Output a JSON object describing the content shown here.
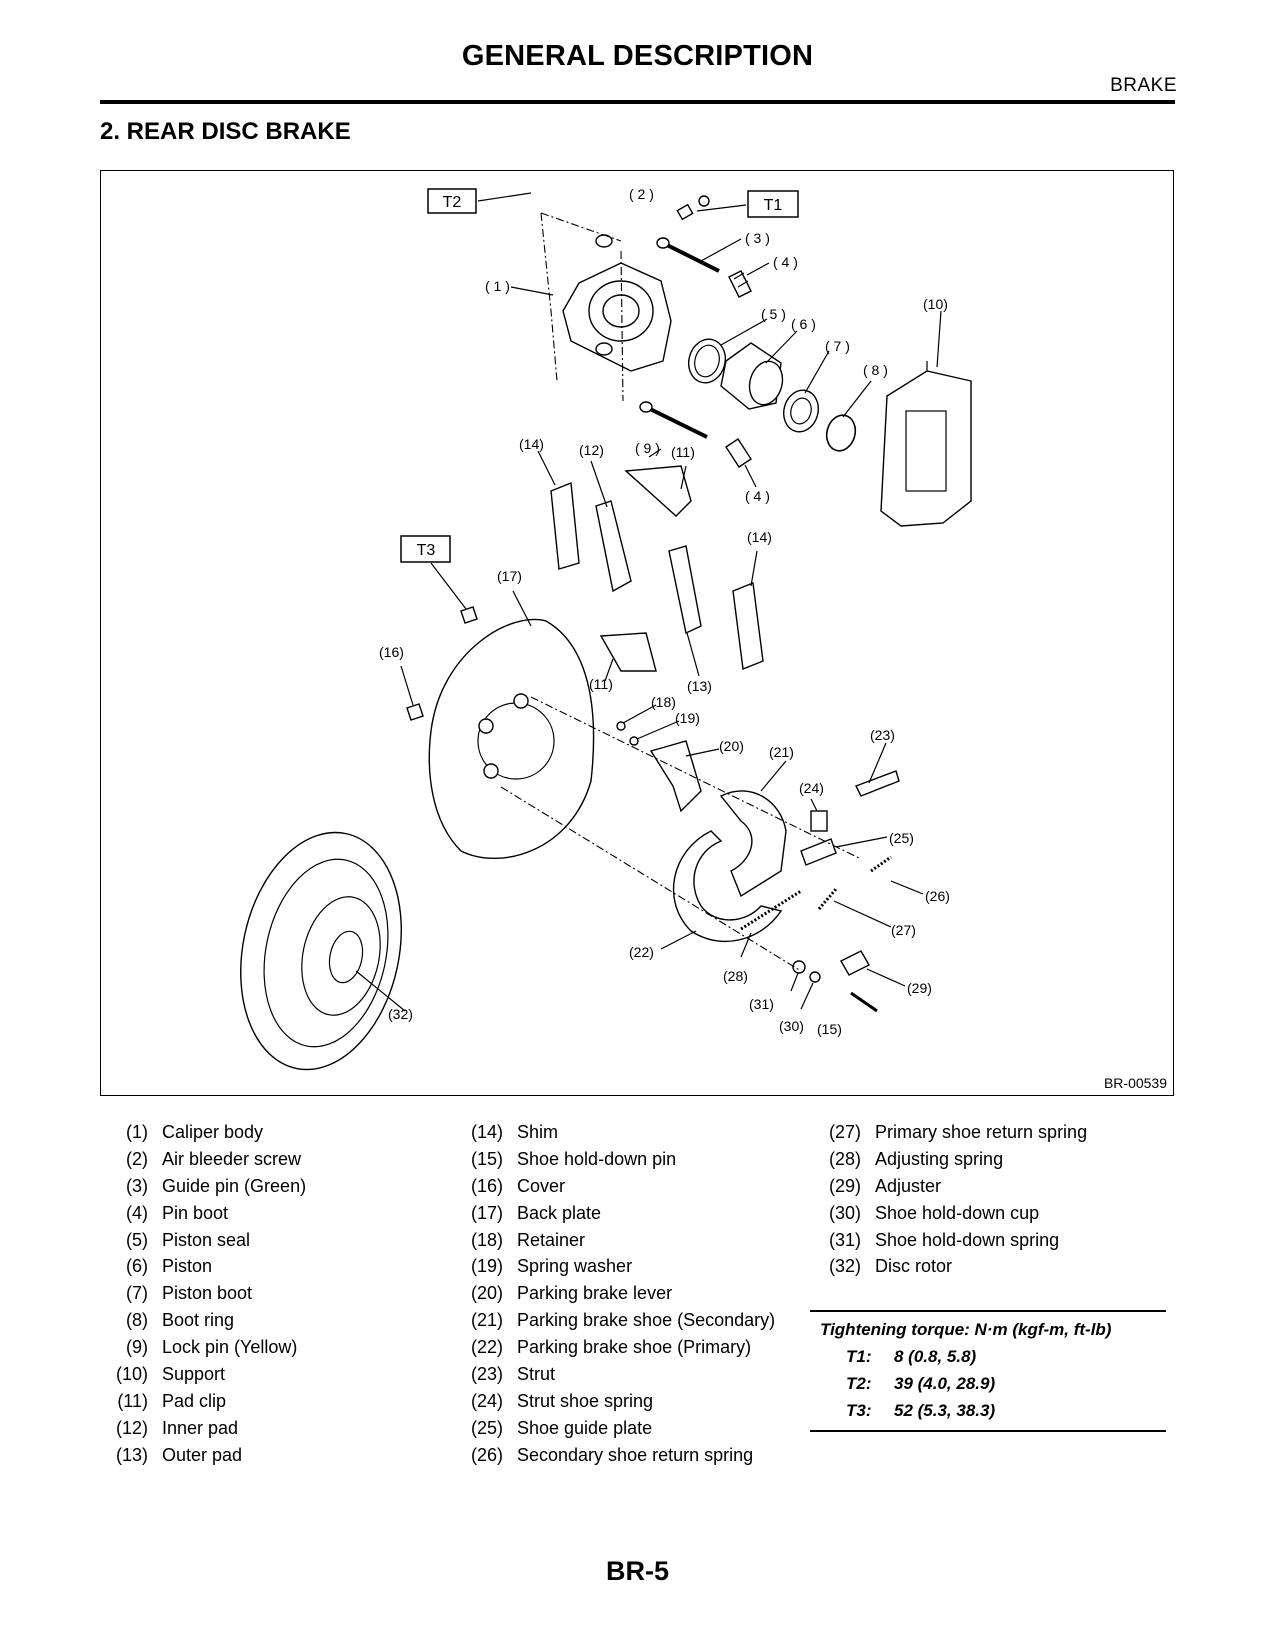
{
  "header": {
    "title": "GENERAL DESCRIPTION",
    "section": "BRAKE"
  },
  "heading": "2.  REAR DISC BRAKE",
  "figure": {
    "id": "BR-00539",
    "tags": [
      "T1",
      "T2",
      "T3"
    ],
    "callouts": {
      "c1": "( 1 )",
      "c2": "( 2 )",
      "c3": "( 3 )",
      "c4a": "( 4 )",
      "c4b": "( 4 )",
      "c5": "( 5 )",
      "c6": "( 6 )",
      "c7": "( 7 )",
      "c8": "( 8 )",
      "c9": "( 9 )",
      "c10": "(10)",
      "c11a": "(11)",
      "c11b": "(11)",
      "c12": "(12)",
      "c13": "(13)",
      "c14a": "(14)",
      "c14b": "(14)",
      "c15": "(15)",
      "c16": "(16)",
      "c17": "(17)",
      "c18": "(18)",
      "c19": "(19)",
      "c20": "(20)",
      "c21": "(21)",
      "c22": "(22)",
      "c23": "(23)",
      "c24": "(24)",
      "c25": "(25)",
      "c26": "(26)",
      "c27": "(27)",
      "c28": "(28)",
      "c29": "(29)",
      "c30": "(30)",
      "c31": "(31)",
      "c32": "(32)"
    }
  },
  "legend": {
    "col1": [
      {
        "num": "(1)",
        "name": "Caliper body"
      },
      {
        "num": "(2)",
        "name": "Air bleeder screw"
      },
      {
        "num": "(3)",
        "name": "Guide pin (Green)"
      },
      {
        "num": "(4)",
        "name": "Pin boot"
      },
      {
        "num": "(5)",
        "name": "Piston seal"
      },
      {
        "num": "(6)",
        "name": "Piston"
      },
      {
        "num": "(7)",
        "name": "Piston boot"
      },
      {
        "num": "(8)",
        "name": "Boot ring"
      },
      {
        "num": "(9)",
        "name": "Lock pin (Yellow)"
      },
      {
        "num": "(10)",
        "name": "Support"
      },
      {
        "num": "(11)",
        "name": "Pad clip"
      },
      {
        "num": "(12)",
        "name": "Inner pad"
      },
      {
        "num": "(13)",
        "name": "Outer pad"
      }
    ],
    "col2": [
      {
        "num": "(14)",
        "name": "Shim"
      },
      {
        "num": "(15)",
        "name": "Shoe hold-down pin"
      },
      {
        "num": "(16)",
        "name": "Cover"
      },
      {
        "num": "(17)",
        "name": "Back plate"
      },
      {
        "num": "(18)",
        "name": "Retainer"
      },
      {
        "num": "(19)",
        "name": "Spring washer"
      },
      {
        "num": "(20)",
        "name": "Parking brake lever"
      },
      {
        "num": "(21)",
        "name": "Parking brake shoe (Secondary)"
      },
      {
        "num": "(22)",
        "name": "Parking brake shoe (Primary)"
      },
      {
        "num": "(23)",
        "name": "Strut"
      },
      {
        "num": "(24)",
        "name": "Strut shoe spring"
      },
      {
        "num": "(25)",
        "name": "Shoe guide plate"
      },
      {
        "num": "(26)",
        "name": "Secondary shoe return spring"
      }
    ],
    "col3": [
      {
        "num": "(27)",
        "name": "Primary shoe return spring"
      },
      {
        "num": "(28)",
        "name": "Adjusting spring"
      },
      {
        "num": "(29)",
        "name": "Adjuster"
      },
      {
        "num": "(30)",
        "name": "Shoe hold-down cup"
      },
      {
        "num": "(31)",
        "name": "Shoe hold-down spring"
      },
      {
        "num": "(32)",
        "name": "Disc rotor"
      }
    ]
  },
  "torque": {
    "title": "Tightening torque: N·m (kgf-m, ft-lb)",
    "rows": [
      {
        "key": "T1:",
        "value": "8 (0.8, 5.8)"
      },
      {
        "key": "T2:",
        "value": "39 (4.0, 28.9)"
      },
      {
        "key": "T3:",
        "value": "52 (5.3, 38.3)"
      }
    ]
  },
  "page_number": "BR-5"
}
